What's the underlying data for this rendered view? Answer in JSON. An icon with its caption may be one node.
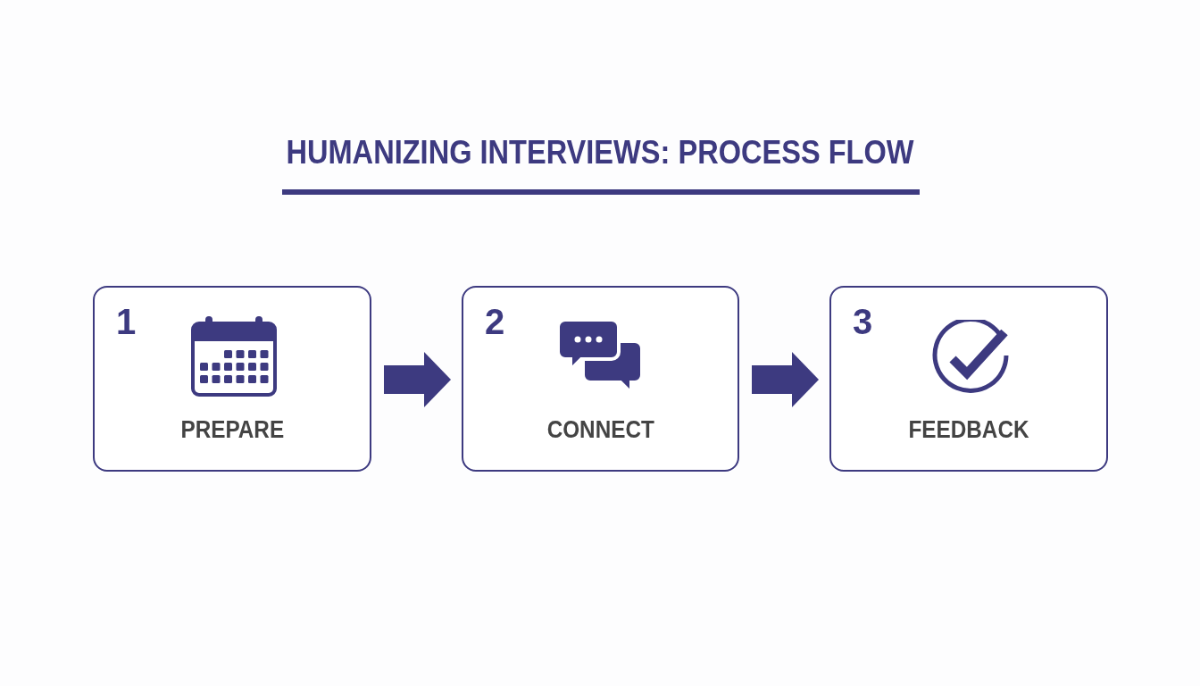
{
  "diagram": {
    "title": "HUMANIZING INTERVIEWS: PROCESS FLOW",
    "nodes": [
      {
        "text": [
          "1",
          "PREPARE"
        ]
      },
      {
        "text": [
          "2",
          "CONNECT"
        ]
      },
      {
        "text": [
          "3",
          "FEEDBACK"
        ]
      }
    ],
    "edges": [
      {
        "from": 0,
        "to": 1,
        "arrow": "to"
      },
      {
        "from": 1,
        "to": 2,
        "arrow": "to"
      }
    ]
  }
}
